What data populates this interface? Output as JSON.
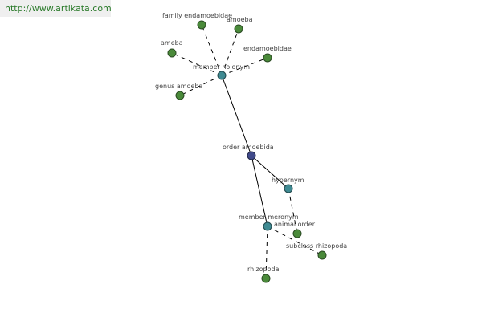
{
  "source": {
    "link_text": "http://www.artikata.com"
  },
  "colors": {
    "leaf_node": "#4a8a3a",
    "relation_node": "#3f8a92",
    "root_node": "#404a8a",
    "edge": "#000000",
    "label": "#444444",
    "link": "#2a7a2a"
  },
  "graph": {
    "nodes": {
      "family_endamoebidae": "family endamoebidae",
      "amoeba": "amoeba",
      "ameba": "ameba",
      "endamoebidae": "endamoebidae",
      "member_holonym": "member holonym",
      "genus_amoeba": "genus amoeba",
      "order_amoebida": "order amoebida",
      "hypernym": "hypernym",
      "member_meronym": "member meronym",
      "animal_order": "animal order",
      "subclass_rhizopoda": "subclass rhizopoda",
      "rhizopoda": "rhizopoda"
    },
    "node_types": {
      "family_endamoebidae": "leaf",
      "amoeba": "leaf",
      "ameba": "leaf",
      "endamoebidae": "leaf",
      "member_holonym": "relation",
      "genus_amoeba": "leaf",
      "order_amoebida": "root",
      "hypernym": "relation",
      "member_meronym": "relation",
      "animal_order": "leaf",
      "subclass_rhizopoda": "leaf",
      "rhizopoda": "leaf"
    },
    "edges": [
      {
        "from": "order_amoebida",
        "to": "member_holonym",
        "style": "solid"
      },
      {
        "from": "order_amoebida",
        "to": "hypernym",
        "style": "solid"
      },
      {
        "from": "order_amoebida",
        "to": "member_meronym",
        "style": "solid"
      },
      {
        "from": "member_holonym",
        "to": "family_endamoebidae",
        "style": "dashed"
      },
      {
        "from": "member_holonym",
        "to": "amoeba",
        "style": "dashed"
      },
      {
        "from": "member_holonym",
        "to": "ameba",
        "style": "dashed"
      },
      {
        "from": "member_holonym",
        "to": "endamoebidae",
        "style": "dashed"
      },
      {
        "from": "member_holonym",
        "to": "genus_amoeba",
        "style": "dashed"
      },
      {
        "from": "hypernym",
        "to": "animal_order",
        "style": "dashed"
      },
      {
        "from": "member_meronym",
        "to": "subclass_rhizopoda",
        "style": "dashed"
      },
      {
        "from": "member_meronym",
        "to": "rhizopoda",
        "style": "dashed"
      }
    ]
  }
}
